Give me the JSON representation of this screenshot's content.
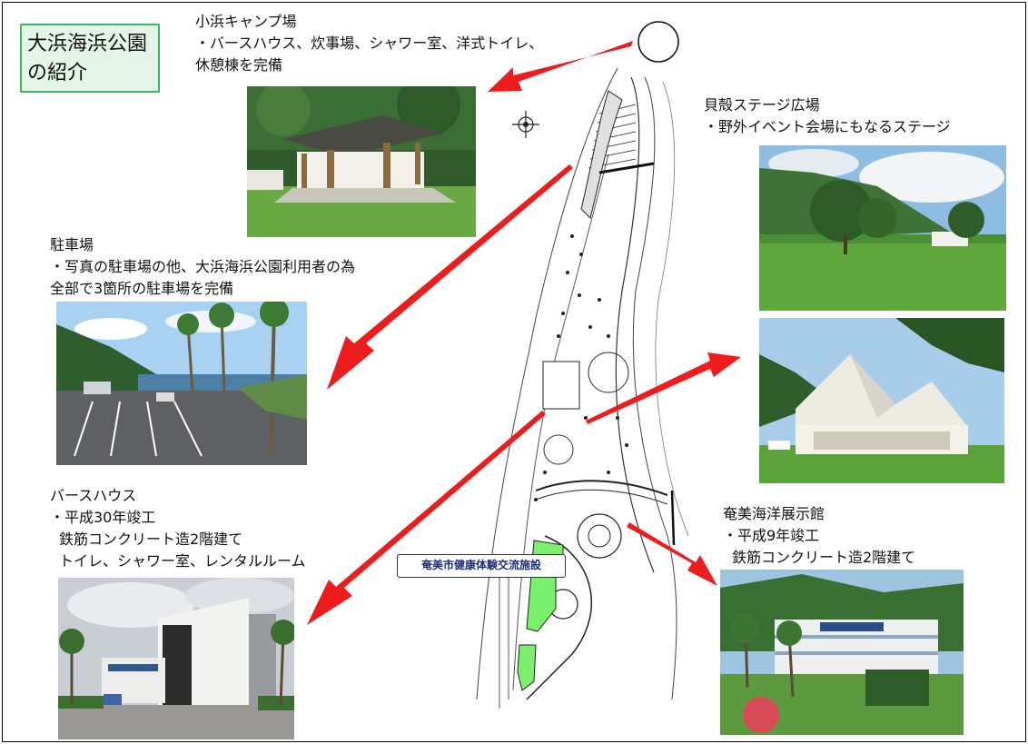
{
  "title": [
    "大浜海浜公園",
    "の紹介"
  ],
  "camp": {
    "name": "小浜キャンプ場",
    "lines": [
      "・バースハウス、炊事場、シャワー室、洋式トイレ、",
      "休憩棟を完備"
    ]
  },
  "parking": {
    "name": "駐車場",
    "lines": [
      "・写真の駐車場の他、大浜海浜公園利用者の為",
      "全部で3箇所の駐車場を完備"
    ]
  },
  "bathhouse": {
    "name": "バースハウス",
    "lines": [
      "・平成30年竣工",
      "鉄筋コンクリート造2階建て",
      "トイレ、シャワー室、レンタルルーム"
    ]
  },
  "stage": {
    "name": "貝殻ステージ広場",
    "lines": [
      "・野外イベント会場にもなるステージ"
    ]
  },
  "aquarium": {
    "name": "奄美海洋展示館",
    "lines": [
      "・平成9年竣工",
      "鉄筋コンクリート造2階建て"
    ]
  },
  "facility_label": "奄美市健康体験交流施設",
  "colors": {
    "arrow": "#ee1c1c",
    "title_border": "#3dbb5c",
    "title_bg": "#e4f4e6",
    "facility_fill": "#7cf06c"
  },
  "icons": {
    "north": "north-indicator-circle",
    "compass": "compass-crosshair-icon"
  }
}
